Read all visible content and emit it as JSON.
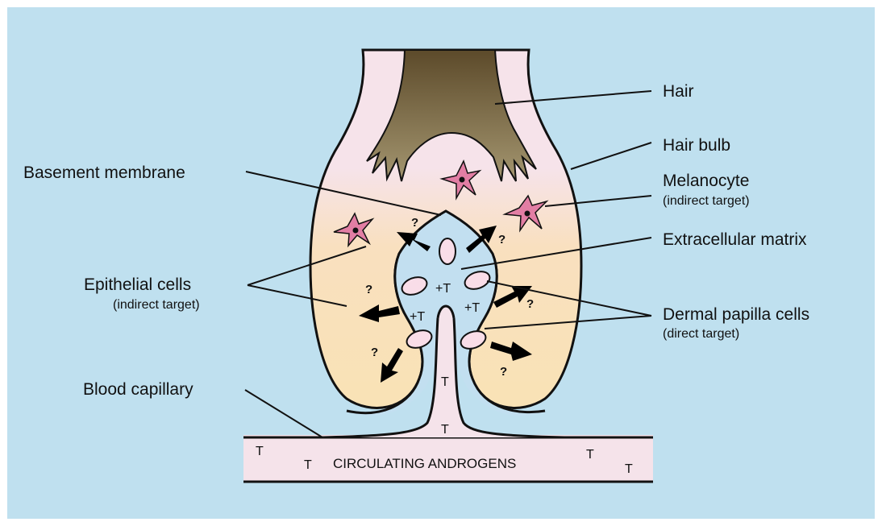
{
  "colors": {
    "background": "#bfe0ef",
    "follicle_fill": "#f9e2b8",
    "follicle_top": "#f6e2e8",
    "hair": "#6e5a33",
    "papilla": "#c2dff0",
    "capillary": "#f5e3ea",
    "cell_pink": "#e27ea4",
    "dermal_cell": "#f9dde8"
  },
  "labels": {
    "hair": "Hair",
    "hair_bulb": "Hair bulb",
    "basement_membrane": "Basement membrane",
    "melanocyte": "Melanocyte",
    "melanocyte_note": "(indirect target)",
    "extracellular_matrix": "Extracellular matrix",
    "epithelial_cells": "Epithelial cells",
    "epithelial_note": "(indirect target)",
    "dermal_papilla_cells": "Dermal papilla cells",
    "dermal_papilla_note": "(direct target)",
    "blood_capillary": "Blood capillary",
    "circulating_androgens": "CIRCULATING ANDROGENS"
  },
  "symbols": {
    "question": "?",
    "plus_t": "+T",
    "t": "T"
  }
}
